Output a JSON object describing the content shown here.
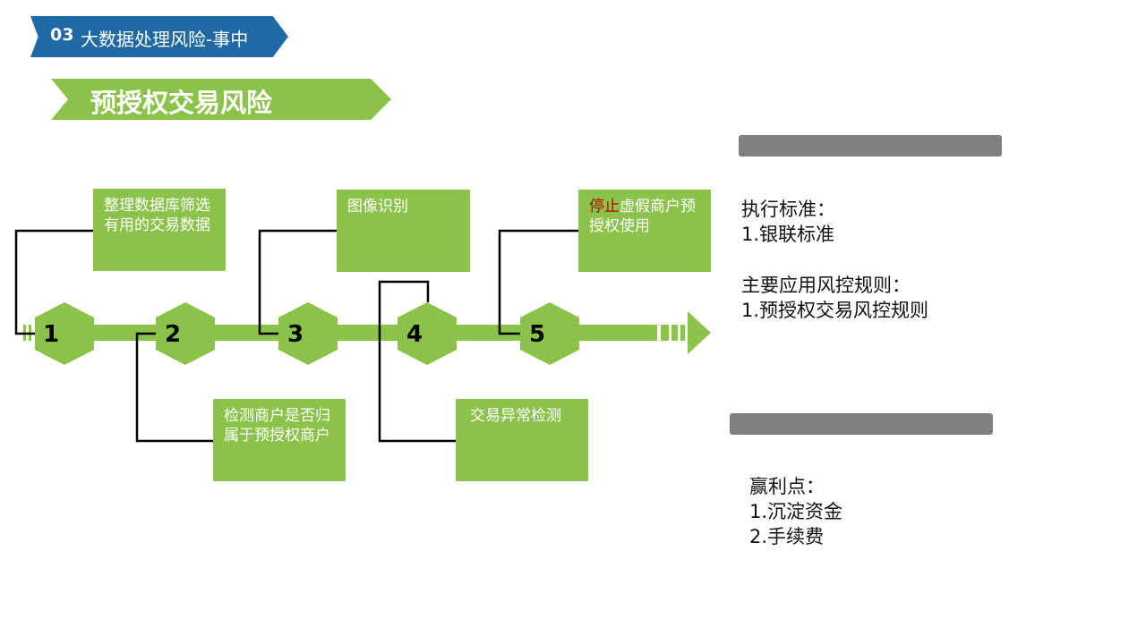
{
  "header": {
    "section_number": "03",
    "section_title": "大数据处理风险-事中",
    "page_title": "预授权交易风险"
  },
  "steps": [
    {
      "number": "1",
      "text": "整理数据库筛选有用的交易数据"
    },
    {
      "number": "2",
      "text": "检测商户是否归属于预授权商户"
    },
    {
      "number": "3",
      "text": "图像识别"
    },
    {
      "number": "4",
      "text": "交易异常检测"
    },
    {
      "number": "5",
      "text_highlight": "停止",
      "text_rest": "虚假商户预授权使用"
    }
  ],
  "panel_top": {
    "standard_label": "执行标准：",
    "standard_item": "1.银联标准",
    "rules_label": "主要应用风控规则：",
    "rules_item": "1.预授权交易风控规则"
  },
  "panel_bottom": {
    "profit_label": "赢利点：",
    "profit_item_1": "1.沉淀资金",
    "profit_item_2": "2.手续费"
  },
  "colors": {
    "accent_blue": "#1f6aa5",
    "accent_green": "#8bc34a",
    "highlight_red": "#c00000",
    "divider_gray": "#808080"
  }
}
